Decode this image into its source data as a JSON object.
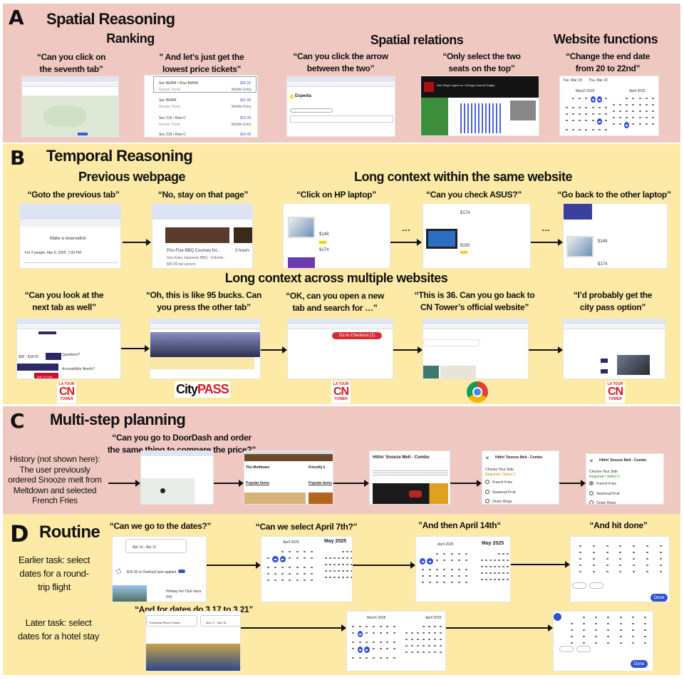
{
  "sections": {
    "A": {
      "letter": "A",
      "title": "Spatial Reasoning",
      "subheads": {
        "ranking": "Ranking",
        "spatial": "Spatial relations",
        "functions": "Website functions"
      },
      "quotes": [
        "“Can you click on",
        "the seventh tab”",
        "\" And let's just get the",
        "lowest price tickets\"",
        "“Can you click the arrow",
        "between the two”",
        "“Only select the two",
        "seats on the top”",
        "“Change the end date",
        "from 20 to 22nd”"
      ],
      "tickets": [
        {
          "sec": "Sec BERM • Row BERM",
          "price": "$26.00",
          "type": "Resale Ticket",
          "entry": "Mobile Entry"
        },
        {
          "sec": "Sec BERM",
          "price": "$31.00",
          "type": "Resale Ticket",
          "entry": "Mobile Entry"
        },
        {
          "sec": "Sec 216 • Row C",
          "price": "$33.00",
          "type": "Resale Ticket",
          "entry": "Mobile Entry"
        },
        {
          "sec": "Sec 215 • Row C",
          "price": "$34.00"
        }
      ],
      "expedia": {
        "brand": "Expedia"
      },
      "event": {
        "title": "San Diego Legion vs. Chicago Hounds Rugby"
      },
      "calendar": {
        "start": "Tue, Mar 18",
        "end": "Thu, Mar 20",
        "month1": "March 2025",
        "month2": "April 2025"
      }
    },
    "B": {
      "letter": "B",
      "title": "Temporal Reasoning",
      "subheads": {
        "previous": "Previous webpage",
        "same": "Long context within the same website",
        "multi": "Long context across multiple websites"
      },
      "quotes_row1": [
        "“Goto the previous tab”",
        "“No, stay on that page”",
        "“Click on HP laptop”",
        "“Can you check ASUS?”",
        "“Go back to the other laptop”"
      ],
      "quotes_row2": [
        "“Can you look at the",
        "next tab as well”",
        "“Oh, this is like 95 bucks. Can",
        "you press the other tab”",
        "“OK, can you open a new",
        "tab and search for …”",
        "“This is 36. Can you go back to",
        "CN Tower’s official website”",
        "“I’d probably get the",
        "city pass option”"
      ],
      "reservation": {
        "title": "Make a reservation",
        "detail": "For 2 people, Mar 9, 2025, 7:00 PM"
      },
      "bbq": {
        "title": "Prix-Fixe BBQ Courses for...",
        "sub": "Gyu-Kaku Japanese BBQ - Columb...",
        "price": "$40.00 per person",
        "other": "2 hours"
      },
      "laptops": {
        "price1": "$148",
        "price2": "$174",
        "price3": "$155"
      },
      "cn": {
        "price": "$00 - $18.00",
        "add": "Add To Cart",
        "q": "Questions?",
        "acc": "Accessibility Needs?"
      },
      "checkout": "Go to Checkout (1)",
      "logos": {
        "cn_small": "LA TOUR",
        "cn_big": "CN",
        "cn_bottom": "TOWER",
        "citypass_a": "City",
        "citypass_b": "PASS"
      }
    },
    "C": {
      "letter": "C",
      "title": "Multi-step planning",
      "quote": [
        "“Can you go to DoorDash and order",
        "the same thing to compare the price?”"
      ],
      "history": [
        "History (not shown here):",
        "The user previously",
        "ordered Snooze melt from",
        "Meltdown and selected",
        "French Fries"
      ],
      "stores": [
        "The Meltdown",
        "Friendly's"
      ],
      "popular": "Popular Items",
      "item": "Hittin' Snooze Melt - Combo",
      "choose": "Choose Your Side",
      "required": "Required • Select 1",
      "sides": [
        "French Fries",
        "Seasonal Fruit",
        "Onion Rings"
      ]
    },
    "D": {
      "letter": "D",
      "title": "Routine",
      "quotes": [
        "“Can we go to the dates?”",
        "“Can we select April 7th?”",
        "”And then April 14th“",
        "“And hit done”",
        "“And for dates do 3.17 to 3.21”"
      ],
      "earlier": [
        "Earlier task: select",
        "dates for a round-",
        "trip flight"
      ],
      "later": [
        "Later task: select",
        "dates for a hotel stay"
      ],
      "dates1": "Apr 10 - Apr 11",
      "onekey": "$15.00 in OneKeyCash applied",
      "hotel": "Holiday Inn Club Vaca",
      "hotel2": "IHG",
      "month_apr": "April 2025",
      "month_may": "May 2025",
      "month_mar": "March 2025",
      "done": "Done",
      "dates2": "Mar 17 - Mar 18",
      "hotel3": "Yunohana Resort Suisen"
    }
  },
  "colors": {
    "pink": "#efc9c1",
    "yellow": "#fdeaa6",
    "accent": "#2f55d4",
    "cn_red": "#d71920"
  }
}
